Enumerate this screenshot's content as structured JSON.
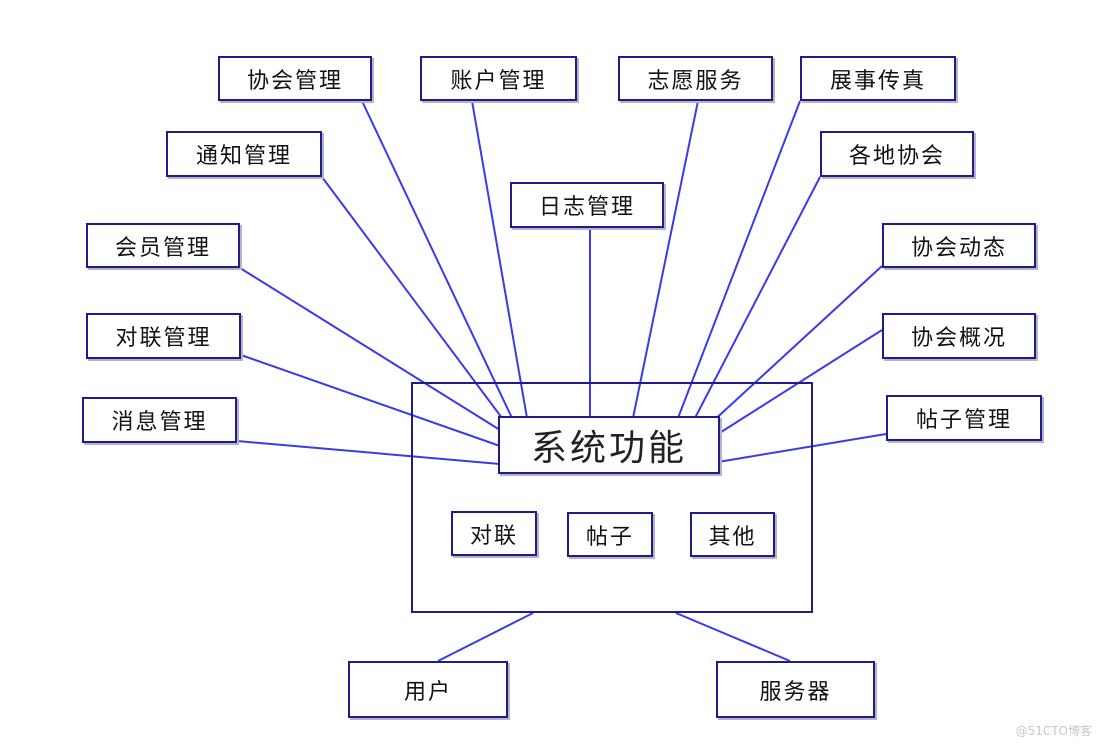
{
  "diagram": {
    "center": "系统功能",
    "modules": [
      "协会管理",
      "账户管理",
      "志愿服务",
      "展事传真",
      "通知管理",
      "各地协会",
      "日志管理",
      "会员管理",
      "协会动态",
      "对联管理",
      "协会概况",
      "消息管理",
      "帖子管理"
    ],
    "core": [
      "对联",
      "帖子",
      "其他"
    ],
    "clients": [
      "用户",
      "服务器"
    ]
  },
  "watermark": "@51CTO博客",
  "colors": {
    "line": "#3a3aec",
    "border": "#1c1c8c"
  }
}
